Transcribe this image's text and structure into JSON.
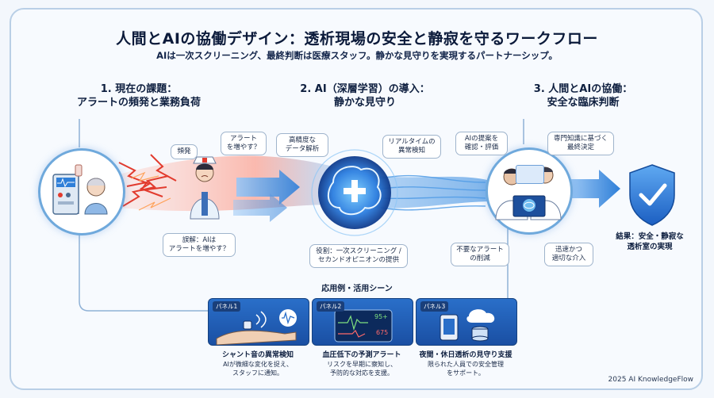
{
  "title": "人間とAIの協働デザイン：透析現場の安全と静寂を守るワークフロー",
  "subtitle": "AIは一次スクリーニング、最終判断は医療スタッフ。静かな見守りを実現するパートナーシップ。",
  "sections": [
    {
      "heading_line1": "1. 現在の課題：",
      "heading_line2": "アラートの頻発と業務負荷"
    },
    {
      "heading_line1": "2. AI（深層学習）の導入：",
      "heading_line2": "静かな見守り"
    },
    {
      "heading_line1": "3. 人間とAIの協働：",
      "heading_line2": "安全な臨床判断"
    }
  ],
  "bubbles": {
    "hinpatsu": "頻発",
    "alert_increase_line1": "アラート",
    "alert_increase_line2": "を増やす？",
    "misunderstanding_line1": "誤解：AIは",
    "misunderstanding_line2": "アラートを増やす？",
    "precision_line1": "高精度な",
    "precision_line2": "データ解析",
    "realtime_line1": "リアルタイムの",
    "realtime_line2": "異常検知",
    "role_line1": "役割：一次スクリーニング /",
    "role_line2": "セカンドオピニオンの提供",
    "confirm_line1": "AIの提案を",
    "confirm_line2": "確認・評価",
    "expert_line1": "専門知識に基づく",
    "expert_line2": "最終決定",
    "reduce_line1": "不要なアラート",
    "reduce_line2": "の削減",
    "rapid_line1": "迅速かつ",
    "rapid_line2": "適切な介入"
  },
  "outcome_line1": "結果：安全・静寂な",
  "outcome_line2": "透析室の実現",
  "applications_label": "応用例・活用シーン",
  "panels": [
    {
      "tag": "パネル1",
      "title": "シャント音の異常検知",
      "desc_line1": "AIが微細な変化を捉え、",
      "desc_line2": "スタッフに通知。"
    },
    {
      "tag": "パネル2",
      "title": "血圧低下の予測アラート",
      "desc_line1": "リスクを早期に察知し、",
      "desc_line2": "予防的な対応を支援。"
    },
    {
      "tag": "パネル3",
      "title": "夜間・休日透析の見守り支援",
      "desc_line1": "限られた人員での安全管理",
      "desc_line2": "をサポート。"
    }
  ],
  "monitor_values": {
    "top": "95+",
    "bottom": "675"
  },
  "footer": "2025 AI KnowledgeFlow",
  "colors": {
    "accent": "#2a6fc9",
    "alert_red": "#e23b2e",
    "ai_glow": "#3f8fe0",
    "shield": "#2b76d6"
  }
}
